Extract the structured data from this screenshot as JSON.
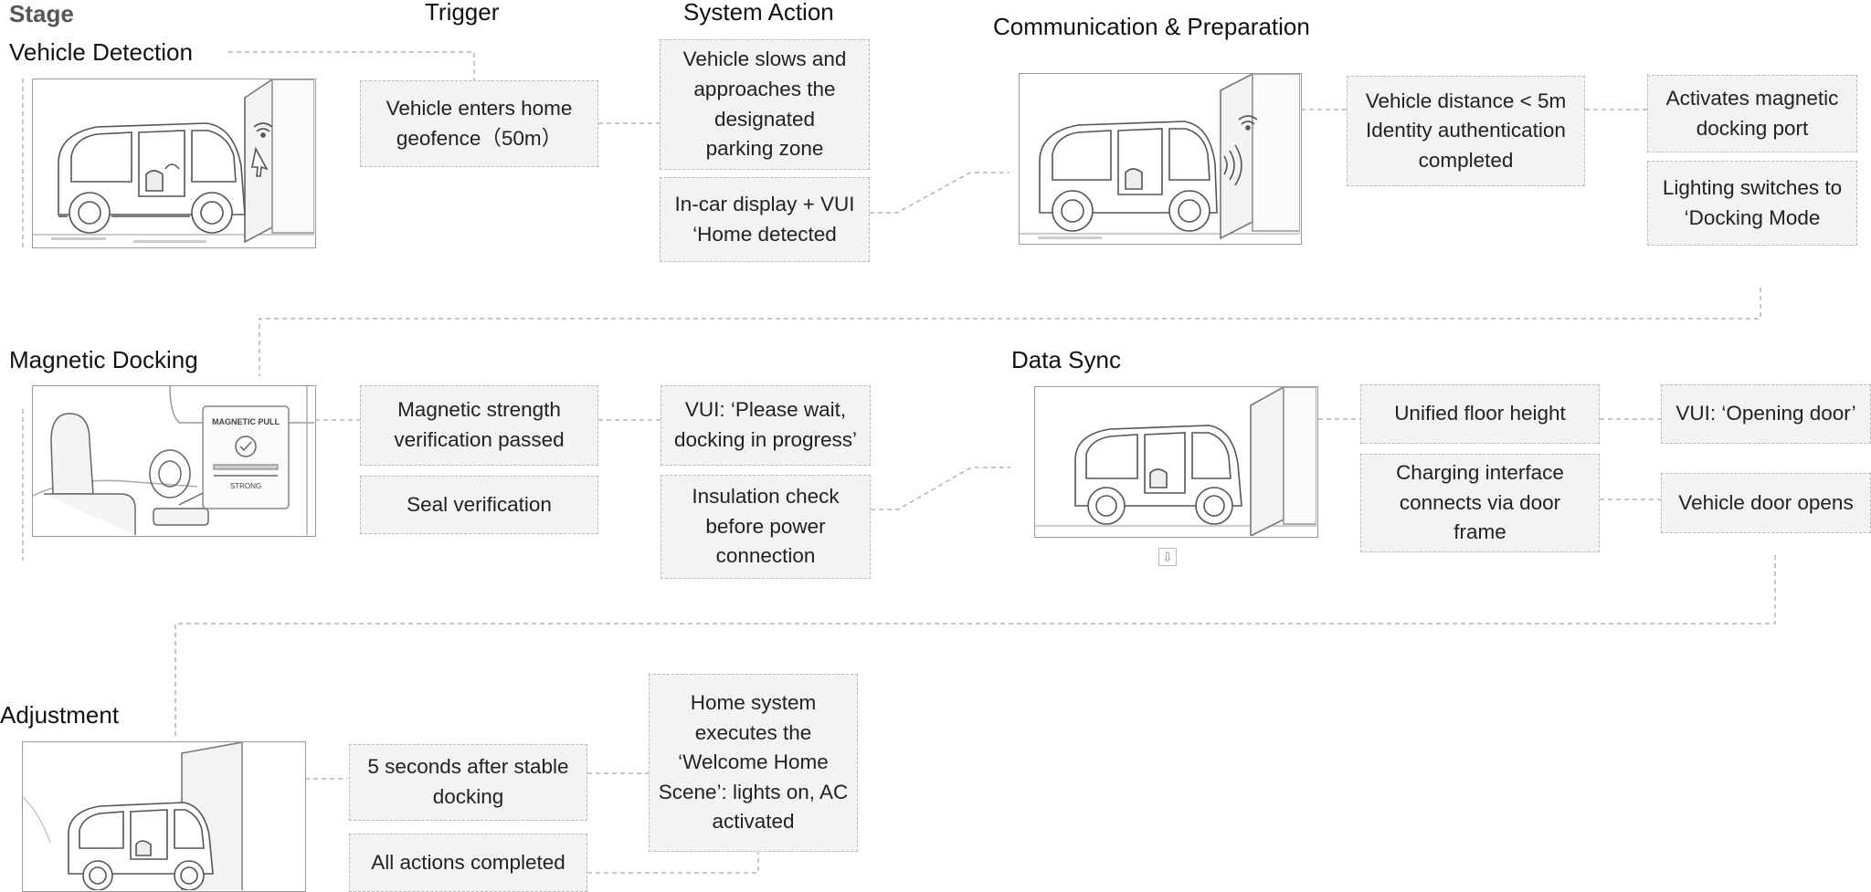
{
  "headers": {
    "stage": "Stage",
    "trigger": "Trigger",
    "system_action": "System Action"
  },
  "stages": {
    "vehicle_detection": "Vehicle Detection",
    "communication": "Communication & Preparation",
    "magnetic_docking": "Magnetic Docking",
    "data_sync": "Data Sync",
    "adjustment": "Adjustment"
  },
  "boxes": {
    "vd_trigger": "Vehicle enters home\ngeofence（50m）",
    "vd_action_1": "Vehicle slows and\napproaches the\ndesignated\nparking zone",
    "vd_action_2": "In-car display + VUI\n‘Home detected",
    "cp_trigger": "Vehicle distance < 5m\nIdentity authentication\ncompleted",
    "cp_action_1": "Activates magnetic\ndocking port",
    "cp_action_2": "Lighting switches to\n‘Docking Mode",
    "md_trigger_1": "Magnetic strength\nverification passed",
    "md_trigger_2": "Seal verification",
    "md_action_1": "VUI: ‘Please wait,\ndocking in progress’",
    "md_action_2": "Insulation check\nbefore power\nconnection",
    "ds_trigger_1": "Unified floor height",
    "ds_trigger_2": "Charging interface\nconnects via door\nframe",
    "ds_action_1": "VUI: ‘Opening door’",
    "ds_action_2": "Vehicle door opens",
    "ad_trigger_1": "5 seconds after stable\ndocking",
    "ad_trigger_2": "All actions completed",
    "ad_action_1": "Home system\nexecutes the\n‘Welcome Home\nScene’: lights on, AC\nactivated"
  },
  "illustrations": {
    "docking_panel_title": "MAGNETIC PULL",
    "docking_panel_status": "STRONG"
  },
  "icons": {
    "wifi": "wifi-icon",
    "cursor": "cursor-arrow-icon",
    "signal": "signal-waves-icon",
    "check": "check-circle-icon",
    "down": "down-arrow-icon"
  },
  "colors": {
    "box_fill": "#f3f3f3",
    "box_border": "#b9b9b9",
    "connector": "#a8a8a8",
    "stage_header": "#555555"
  }
}
